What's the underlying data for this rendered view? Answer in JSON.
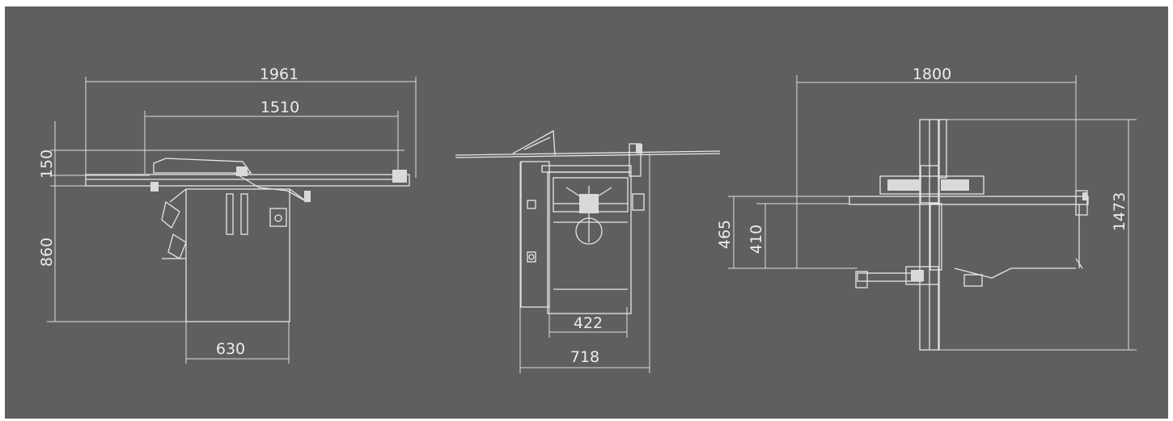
{
  "colors": {
    "background": "#5f5f5f",
    "border": "#ffffff",
    "linework": "#e6e6e6"
  },
  "dimensions": {
    "side_view": {
      "overall_length": "1961",
      "table_length": "1510",
      "table_thickness": "150",
      "height": "860",
      "base_width": "630"
    },
    "front_view": {
      "inner_width": "422",
      "overall_width": "718"
    },
    "top_view": {
      "overall_length": "1800",
      "overall_depth": "1473",
      "depth_a": "465",
      "depth_b": "410"
    }
  }
}
